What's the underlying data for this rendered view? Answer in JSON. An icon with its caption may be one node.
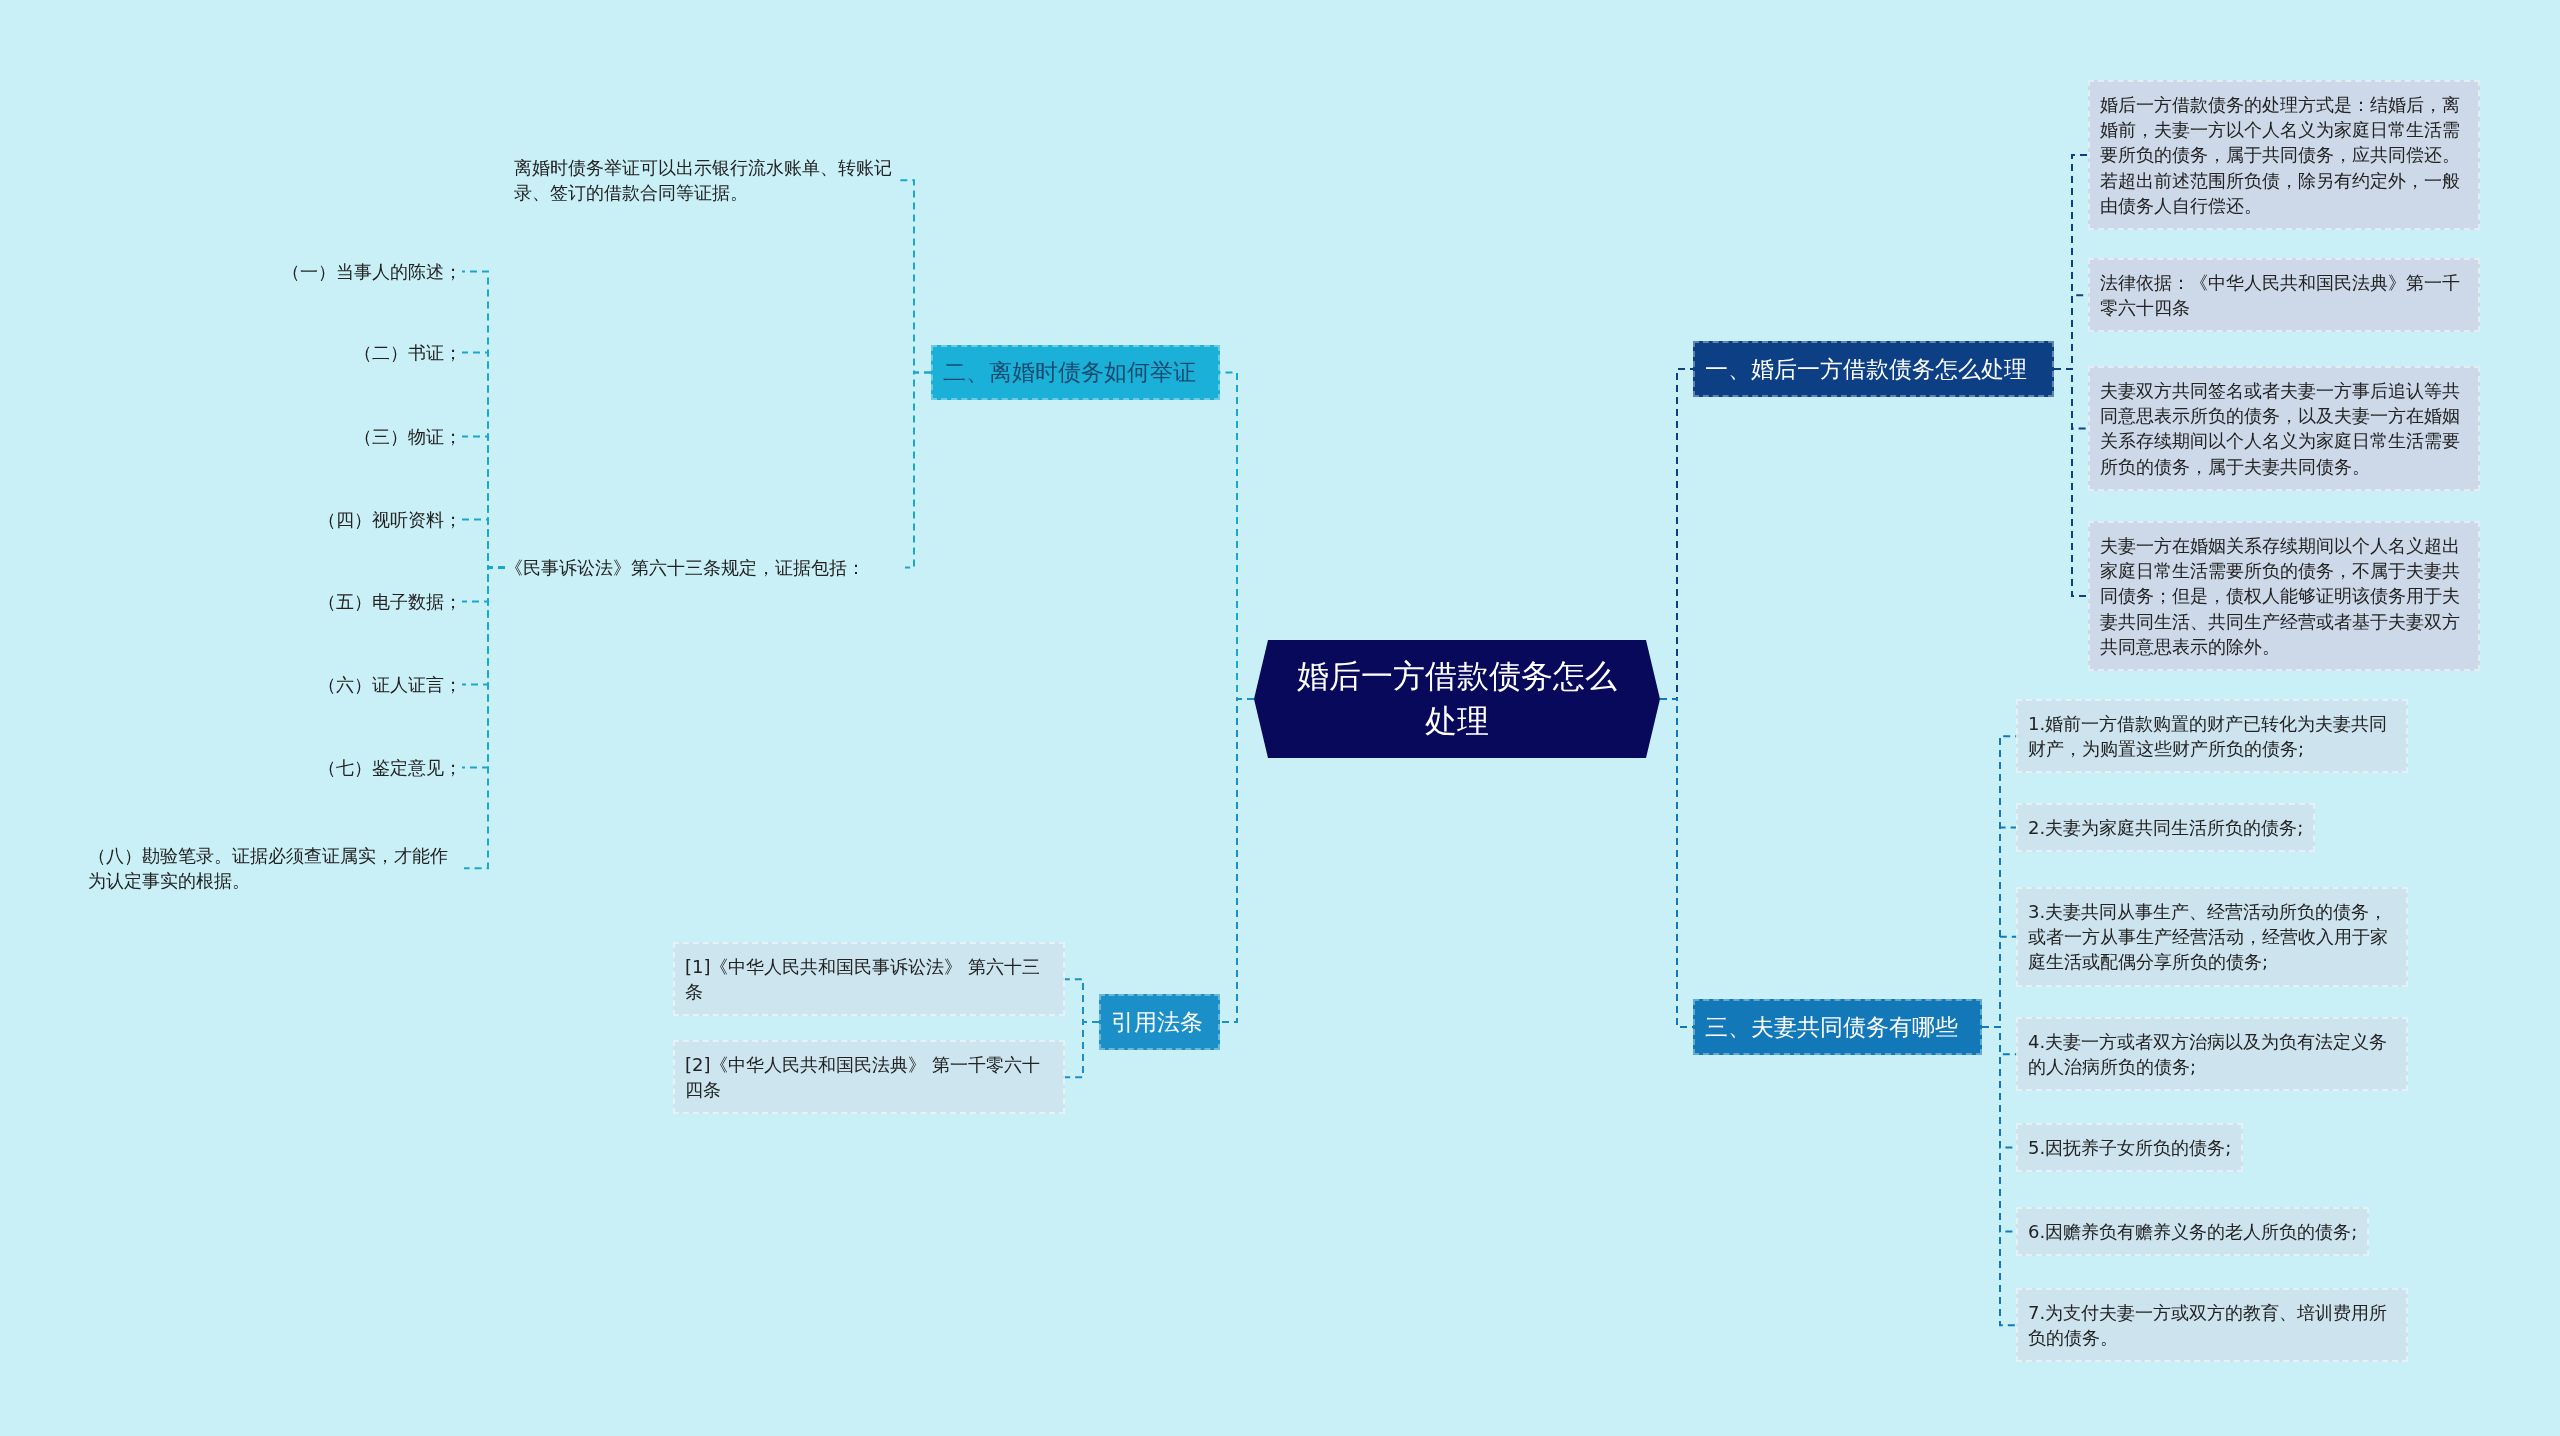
{
  "diagram": {
    "nodes": [
      {
        "text": [
          "婚后一方借款债务怎么处理"
        ]
      },
      {
        "text": [
          "一、婚后一方借款债务怎么处理"
        ]
      },
      {
        "text": [
          "婚后一方借款债务的处理方式是：结婚后，离婚前，夫妻一方以个人名义为家庭日常生活需要所负的债务，属于共同债务，应共同偿还。若超出前述范围所负债，除另有约定外，一般由债务人自行偿还。"
        ]
      },
      {
        "text": [
          "法律依据：《中华人民共和国民法典》第一千零六十四条"
        ]
      },
      {
        "text": [
          "夫妻双方共同签名或者夫妻一方事后追认等共同意思表示所负的债务，以及夫妻一方在婚姻关系存续期间以个人名义为家庭日常生活需要所负的债务，属于夫妻共同债务。"
        ]
      },
      {
        "text": [
          "夫妻一方在婚姻关系存续期间以个人名义超出家庭日常生活需要所负的债务，不属于夫妻共同债务；但是，债权人能够证明该债务用于夫妻共同生活、共同生产经营或者基于夫妻双方共同意思表示的除外。"
        ]
      },
      {
        "text": [
          "三、夫妻共同债务有哪些"
        ]
      },
      {
        "text": [
          "1.婚前一方借款购置的财产已转化为夫妻共同财产，为购置这些财产所负的债务;"
        ]
      },
      {
        "text": [
          "2.夫妻为家庭共同生活所负的债务;"
        ]
      },
      {
        "text": [
          "3.夫妻共同从事生产、经营活动所负的债务，或者一方从事生产经营活动，经营收入用于家庭生活或配偶分享所负的债务;"
        ]
      },
      {
        "text": [
          "4.夫妻一方或者双方治病以及为负有法定义务的人治病所负的债务;"
        ]
      },
      {
        "text": [
          "5.因抚养子女所负的债务;"
        ]
      },
      {
        "text": [
          "6.因赡养负有赡养义务的老人所负的债务;"
        ]
      },
      {
        "text": [
          "7.为支付夫妻一方或双方的教育、培训费用所负的债务。"
        ]
      },
      {
        "text": [
          "二、离婚时债务如何举证"
        ]
      },
      {
        "text": [
          "离婚时债务举证可以出示银行流水账单、转账记录、签订的借款合同等证据。"
        ]
      },
      {
        "text": [
          "《民事诉讼法》第六十三条规定，证据包括："
        ]
      },
      {
        "text": [
          "（一）当事人的陈述；"
        ]
      },
      {
        "text": [
          "（二）书证；"
        ]
      },
      {
        "text": [
          "（三）物证；"
        ]
      },
      {
        "text": [
          "（四）视听资料；"
        ]
      },
      {
        "text": [
          "（五）电子数据；"
        ]
      },
      {
        "text": [
          "（六）证人证言；"
        ]
      },
      {
        "text": [
          "（七）鉴定意见；"
        ]
      },
      {
        "text": [
          "（八）勘验笔录。证据必须查证属实，才能作为认定事实的根据。"
        ]
      },
      {
        "text": [
          "引用法条"
        ]
      },
      {
        "text": [
          "[1]《中华人民共和国民事诉讼法》 第六十三条"
        ]
      },
      {
        "text": [
          "[2]《中华人民共和国民法典》 第一千零六十四条"
        ]
      }
    ],
    "edges": [
      {
        "from": 0,
        "to": 1,
        "arrow": "none",
        "style": "dashed",
        "color": "#0d3f85"
      },
      {
        "from": 1,
        "to": 2,
        "arrow": "none",
        "style": "dashed",
        "color": "#0d3f85"
      },
      {
        "from": 1,
        "to": 3,
        "arrow": "none",
        "style": "dashed",
        "color": "#0d3f85"
      },
      {
        "from": 1,
        "to": 4,
        "arrow": "none",
        "style": "dashed",
        "color": "#0d3f85"
      },
      {
        "from": 1,
        "to": 5,
        "arrow": "none",
        "style": "dashed",
        "color": "#0d3f85"
      },
      {
        "from": 0,
        "to": 6,
        "arrow": "none",
        "style": "dashed",
        "color": "#1378b8"
      },
      {
        "from": 6,
        "to": 7,
        "arrow": "none",
        "style": "dashed",
        "color": "#1378b8"
      },
      {
        "from": 6,
        "to": 8,
        "arrow": "none",
        "style": "dashed",
        "color": "#1378b8"
      },
      {
        "from": 6,
        "to": 9,
        "arrow": "none",
        "style": "dashed",
        "color": "#1378b8"
      },
      {
        "from": 6,
        "to": 10,
        "arrow": "none",
        "style": "dashed",
        "color": "#1378b8"
      },
      {
        "from": 6,
        "to": 11,
        "arrow": "none",
        "style": "dashed",
        "color": "#1378b8"
      },
      {
        "from": 6,
        "to": 12,
        "arrow": "none",
        "style": "dashed",
        "color": "#1378b8"
      },
      {
        "from": 6,
        "to": 13,
        "arrow": "none",
        "style": "dashed",
        "color": "#1378b8"
      },
      {
        "from": 0,
        "to": 14,
        "arrow": "none",
        "style": "dashed",
        "color": "#1ba6cf"
      },
      {
        "from": 14,
        "to": 15,
        "arrow": "none",
        "style": "dashed",
        "color": "#1ba6cf"
      },
      {
        "from": 14,
        "to": 16,
        "arrow": "none",
        "style": "dashed",
        "color": "#1ba6cf"
      },
      {
        "from": 16,
        "to": 17,
        "arrow": "none",
        "style": "dashed",
        "color": "#1ba6cf"
      },
      {
        "from": 16,
        "to": 18,
        "arrow": "none",
        "style": "dashed",
        "color": "#1ba6cf"
      },
      {
        "from": 16,
        "to": 19,
        "arrow": "none",
        "style": "dashed",
        "color": "#1ba6cf"
      },
      {
        "from": 16,
        "to": 20,
        "arrow": "none",
        "style": "dashed",
        "color": "#1ba6cf"
      },
      {
        "from": 16,
        "to": 21,
        "arrow": "none",
        "style": "dashed",
        "color": "#1ba6cf"
      },
      {
        "from": 16,
        "to": 22,
        "arrow": "none",
        "style": "dashed",
        "color": "#1ba6cf"
      },
      {
        "from": 16,
        "to": 23,
        "arrow": "none",
        "style": "dashed",
        "color": "#1ba6cf"
      },
      {
        "from": 16,
        "to": 24,
        "arrow": "none",
        "style": "dashed",
        "color": "#1ba6cf"
      },
      {
        "from": 0,
        "to": 25,
        "arrow": "none",
        "style": "dashed",
        "color": "#1b8fc8"
      },
      {
        "from": 25,
        "to": 26,
        "arrow": "none",
        "style": "dashed",
        "color": "#1b8fc8"
      },
      {
        "from": 25,
        "to": 27,
        "arrow": "none",
        "style": "dashed",
        "color": "#1b8fc8"
      }
    ]
  }
}
